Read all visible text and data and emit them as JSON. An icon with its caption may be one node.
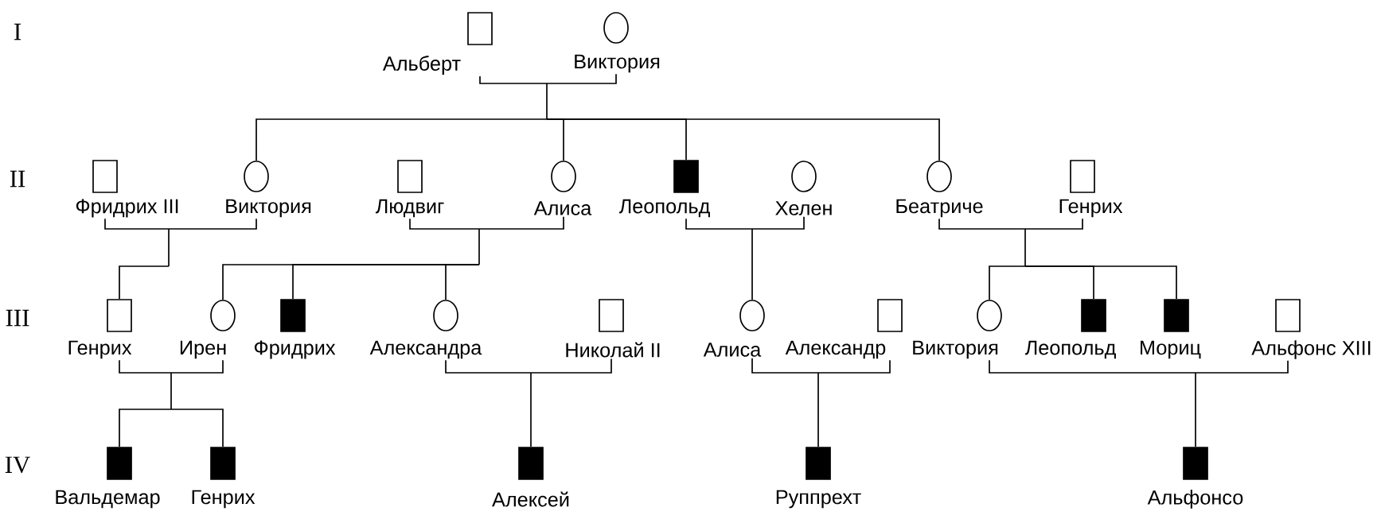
{
  "diagram": {
    "nodes": [
      {
        "text": [],
        "shape": "box",
        "beside": [
          "Альберт"
        ]
      },
      {
        "text": [],
        "shape": "circle",
        "beside": [
          "Виктория"
        ]
      },
      {
        "text": [],
        "shape": "box",
        "beside": [
          "Фридрих III"
        ]
      },
      {
        "text": [],
        "shape": "circle",
        "beside": [
          "Виктория"
        ]
      },
      {
        "text": [],
        "shape": "box",
        "beside": [
          "Людвиг"
        ]
      },
      {
        "text": [],
        "shape": "circle",
        "beside": [
          "Алиса"
        ]
      },
      {
        "text": [],
        "shape": "block",
        "beside": [
          "Леопольд"
        ]
      },
      {
        "text": [],
        "shape": "circle",
        "beside": [
          "Хелен"
        ]
      },
      {
        "text": [],
        "shape": "circle",
        "beside": [
          "Беатриче"
        ]
      },
      {
        "text": [],
        "shape": "box",
        "beside": [
          "Генрих"
        ]
      },
      {
        "text": [],
        "shape": "box",
        "beside": [
          "Генрих"
        ]
      },
      {
        "text": [],
        "shape": "circle",
        "beside": [
          "Ирен"
        ]
      },
      {
        "text": [],
        "shape": "block",
        "beside": [
          "Фридрих"
        ]
      },
      {
        "text": [],
        "shape": "circle",
        "beside": [
          "Александра"
        ]
      },
      {
        "text": [],
        "shape": "box",
        "beside": [
          "Николай II"
        ]
      },
      {
        "text": [],
        "shape": "circle",
        "beside": [
          "Алиса"
        ]
      },
      {
        "text": [],
        "shape": "box",
        "beside": [
          "Александр"
        ]
      },
      {
        "text": [],
        "shape": "circle",
        "beside": [
          "Виктория"
        ]
      },
      {
        "text": [],
        "shape": "block",
        "beside": [
          "Леопольд"
        ]
      },
      {
        "text": [],
        "shape": "block",
        "beside": [
          "Мориц"
        ]
      },
      {
        "text": [],
        "shape": "box",
        "beside": [
          "Альфонс XIII"
        ]
      },
      {
        "text": [],
        "shape": "block",
        "beside": [
          "Вальдемар"
        ]
      },
      {
        "text": [],
        "shape": "block",
        "beside": [
          "Генрих"
        ]
      },
      {
        "text": [],
        "shape": "block",
        "beside": [
          "Алексей"
        ]
      },
      {
        "text": [],
        "shape": "block",
        "beside": [
          "Руппрехт"
        ]
      },
      {
        "text": [],
        "shape": "block",
        "beside": [
          "Альфонсо"
        ]
      }
    ],
    "edges": [
      {
        "from": 0,
        "to": 1,
        "arrow": "none"
      },
      {
        "from": 0,
        "to": 3,
        "arrow": "none"
      },
      {
        "from": 1,
        "to": 3,
        "arrow": "none"
      },
      {
        "from": 0,
        "to": 5,
        "arrow": "none"
      },
      {
        "from": 1,
        "to": 5,
        "arrow": "none"
      },
      {
        "from": 0,
        "to": 6,
        "arrow": "none"
      },
      {
        "from": 1,
        "to": 6,
        "arrow": "none"
      },
      {
        "from": 0,
        "to": 8,
        "arrow": "none"
      },
      {
        "from": 1,
        "to": 8,
        "arrow": "none"
      },
      {
        "from": 2,
        "to": 3,
        "arrow": "none"
      },
      {
        "from": 4,
        "to": 5,
        "arrow": "none"
      },
      {
        "from": 6,
        "to": 7,
        "arrow": "none"
      },
      {
        "from": 8,
        "to": 9,
        "arrow": "none"
      },
      {
        "from": 2,
        "to": 10,
        "arrow": "none"
      },
      {
        "from": 3,
        "to": 10,
        "arrow": "none"
      },
      {
        "from": 4,
        "to": 11,
        "arrow": "none"
      },
      {
        "from": 5,
        "to": 11,
        "arrow": "none"
      },
      {
        "from": 4,
        "to": 12,
        "arrow": "none"
      },
      {
        "from": 5,
        "to": 12,
        "arrow": "none"
      },
      {
        "from": 4,
        "to": 13,
        "arrow": "none"
      },
      {
        "from": 5,
        "to": 13,
        "arrow": "none"
      },
      {
        "from": 6,
        "to": 15,
        "arrow": "none"
      },
      {
        "from": 7,
        "to": 15,
        "arrow": "none"
      },
      {
        "from": 8,
        "to": 17,
        "arrow": "none"
      },
      {
        "from": 9,
        "to": 17,
        "arrow": "none"
      },
      {
        "from": 8,
        "to": 18,
        "arrow": "none"
      },
      {
        "from": 9,
        "to": 18,
        "arrow": "none"
      },
      {
        "from": 8,
        "to": 19,
        "arrow": "none"
      },
      {
        "from": 9,
        "to": 19,
        "arrow": "none"
      },
      {
        "from": 10,
        "to": 11,
        "arrow": "none"
      },
      {
        "from": 13,
        "to": 14,
        "arrow": "none"
      },
      {
        "from": 15,
        "to": 16,
        "arrow": "none"
      },
      {
        "from": 17,
        "to": 20,
        "arrow": "none"
      },
      {
        "from": 10,
        "to": 21,
        "arrow": "none"
      },
      {
        "from": 11,
        "to": 21,
        "arrow": "none"
      },
      {
        "from": 10,
        "to": 22,
        "arrow": "none"
      },
      {
        "from": 11,
        "to": 22,
        "arrow": "none"
      },
      {
        "from": 13,
        "to": 23,
        "arrow": "none"
      },
      {
        "from": 14,
        "to": 23,
        "arrow": "none"
      },
      {
        "from": 15,
        "to": 24,
        "arrow": "none"
      },
      {
        "from": 16,
        "to": 24,
        "arrow": "none"
      },
      {
        "from": 17,
        "to": 25,
        "arrow": "none"
      },
      {
        "from": 20,
        "to": 25,
        "arrow": "none"
      }
    ],
    "labels": [
      "I",
      "II",
      "III",
      "IV"
    ]
  }
}
